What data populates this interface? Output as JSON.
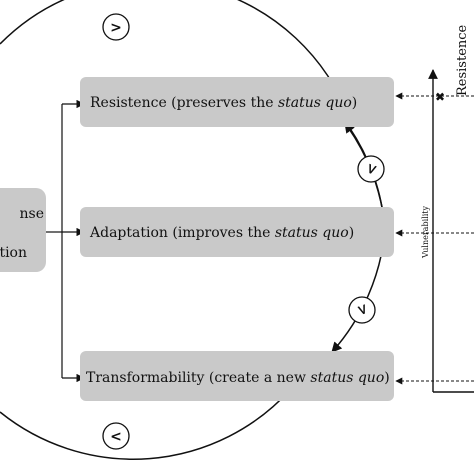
{
  "left_box": {
    "line1": "nse",
    "line2": "tion"
  },
  "boxes": {
    "resistence": {
      "plain": "Resistence (preserves the ",
      "italic": "status quo",
      "close": ")"
    },
    "adaptation": {
      "plain": "Adaptation (improves the ",
      "italic": "status quo",
      "close": ")"
    },
    "transformability": {
      "plain": "Transformability (create a new ",
      "italic": "status quo",
      "close": ")"
    }
  },
  "comparators": {
    "top": ">",
    "right_upper": "<",
    "right_lower": "<",
    "bottom": "<"
  },
  "axis": {
    "label": "Vulnerability",
    "top_label": "Resistence",
    "marker": "✖"
  },
  "colors": {
    "box_fill": "#c9c9c9",
    "line": "#111111"
  }
}
